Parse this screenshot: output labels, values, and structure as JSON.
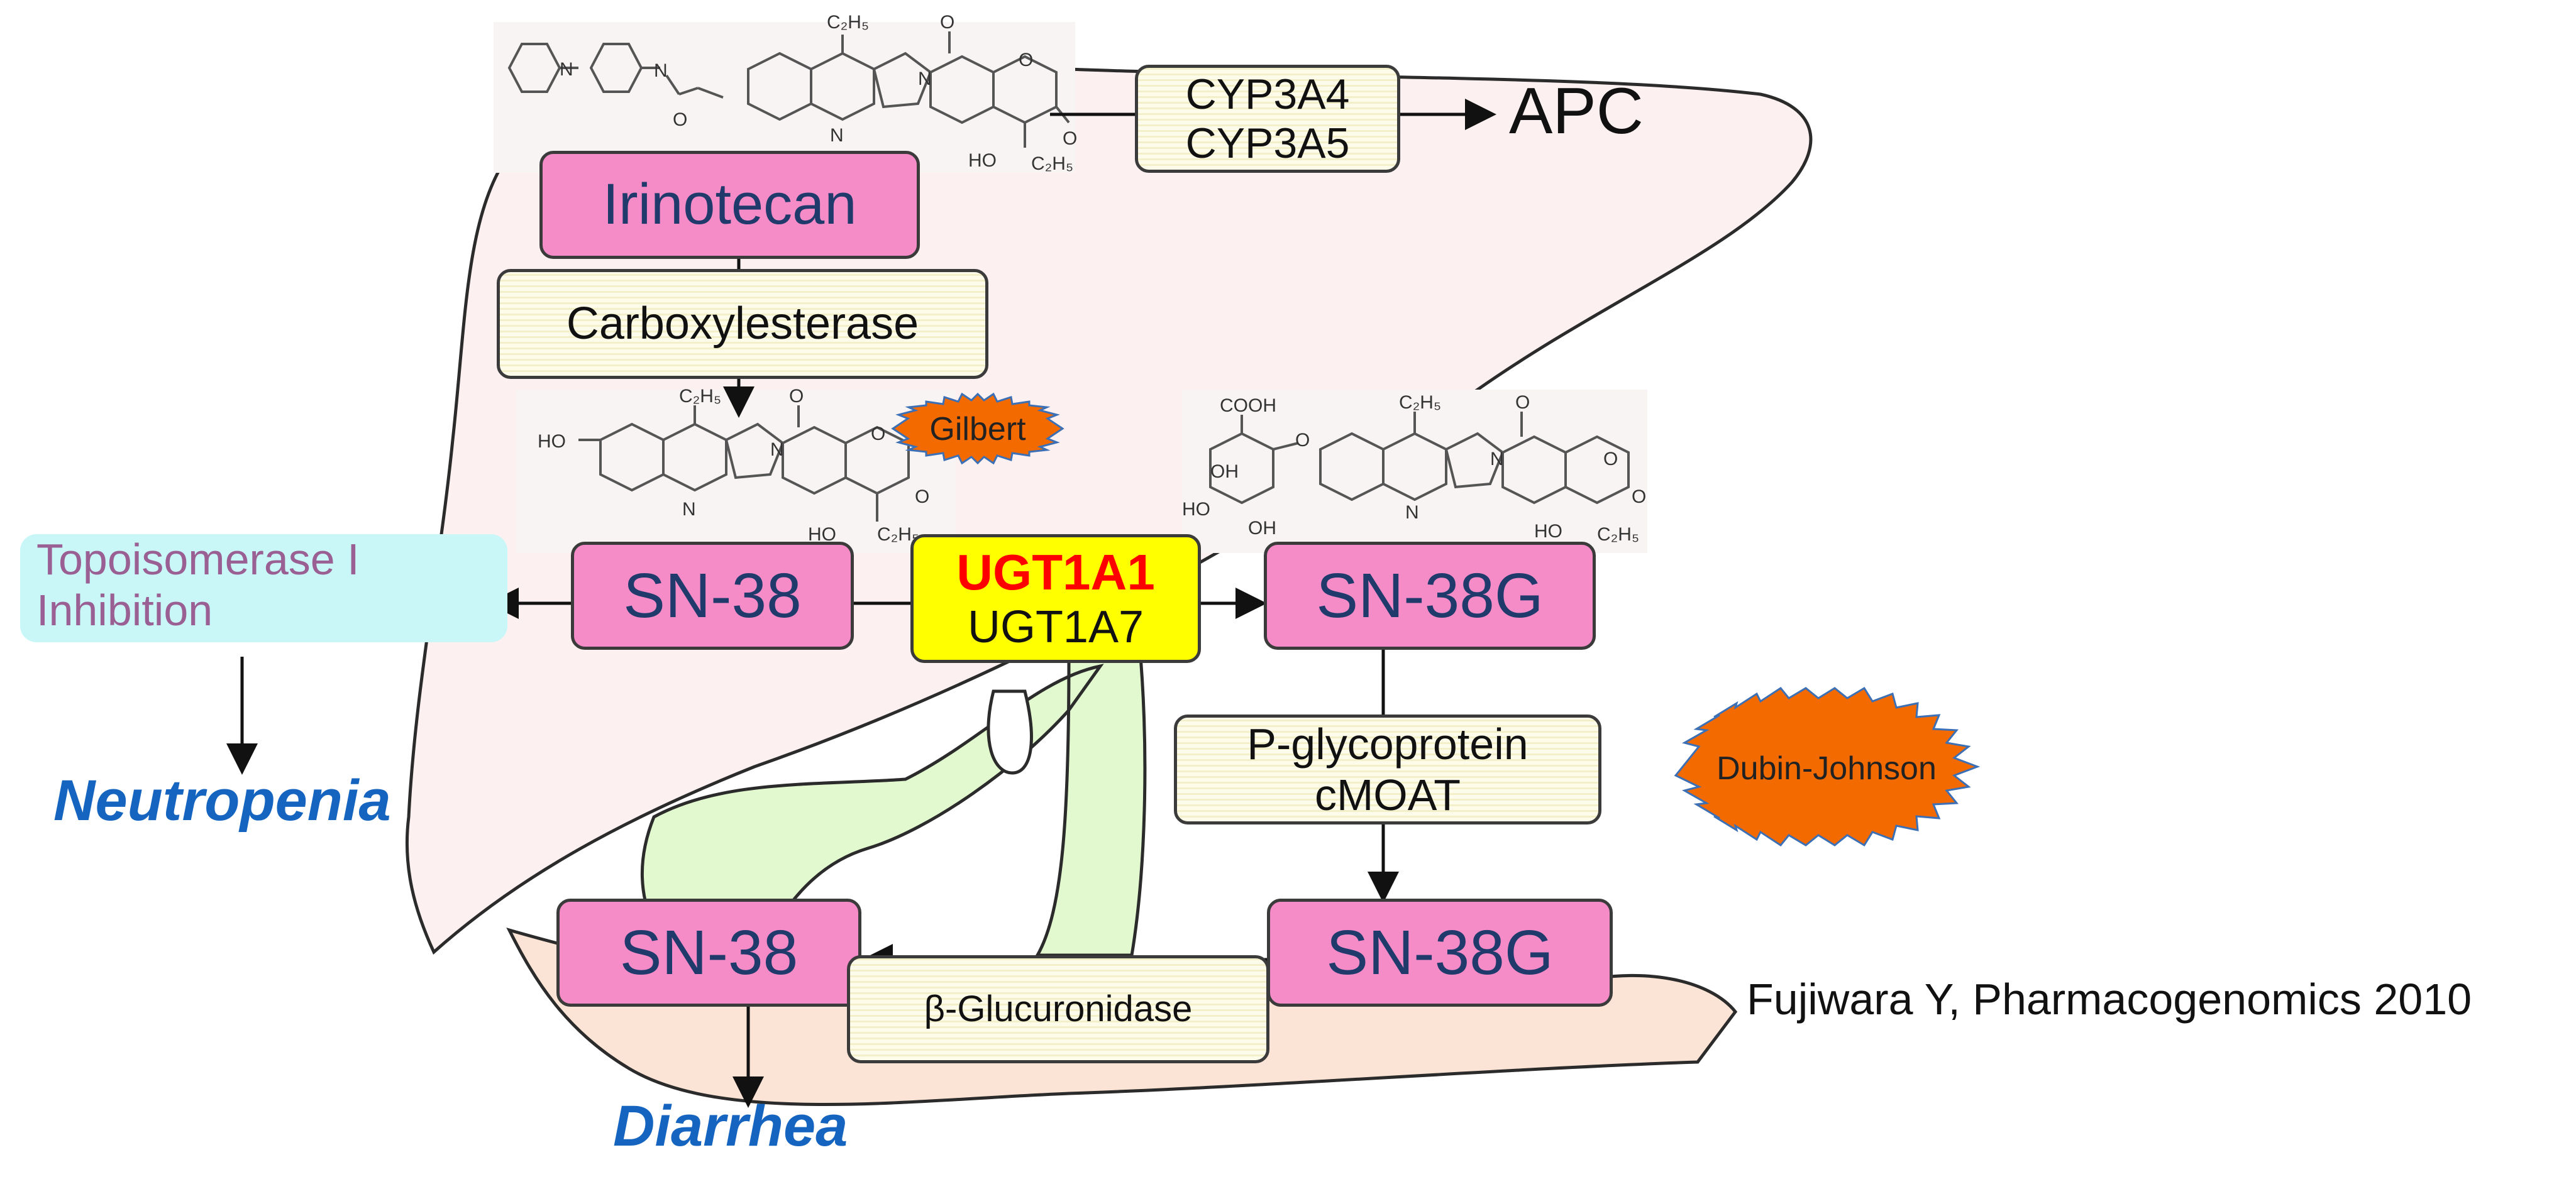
{
  "drug_box": {
    "label": "Irinotecan"
  },
  "cyp_box": {
    "line1": "CYP3A4",
    "line2": "CYP3A5"
  },
  "apc": {
    "label": "APC"
  },
  "carboxylesterase_box": {
    "label": "Carboxylesterase"
  },
  "sn38_liver": {
    "label": "SN-38"
  },
  "ugt_box": {
    "line1": "UGT1A1",
    "line2": "UGT1A7",
    "line1_color": "#ff0000"
  },
  "sn38g_liver": {
    "label": "SN-38G"
  },
  "topo_box": {
    "line1": "Topoisomerase I",
    "line2": "Inhibition"
  },
  "neutropenia": {
    "label": "Neutropenia",
    "color": "#1565c0"
  },
  "gilbert_star": {
    "label": "Gilbert",
    "color": "#f26a00"
  },
  "transport_box": {
    "line1": "P-glycoprotein",
    "line2": "cMOAT"
  },
  "dubin_johnson_star": {
    "label": "Dubin-Johnson",
    "color": "#f26a00"
  },
  "sn38_gut": {
    "label": "SN-38"
  },
  "glucuronidase_box": {
    "label": "β-Glucuronidase"
  },
  "sn38g_gut": {
    "label": "SN-38G"
  },
  "diarrhea": {
    "label": "Diarrhea",
    "color": "#1565c0"
  },
  "citation": {
    "label": "Fujiwara Y, Pharmacogenomics 2010"
  },
  "structure_labels": {
    "c2h5": "C₂H₅",
    "o": "O",
    "n": "N",
    "ho": "HO",
    "oh": "OH",
    "cooh": "COOH"
  },
  "colors": {
    "liver": "#fdf0f0",
    "intestine": "#fbe4d5",
    "gallbladder": "#e2f9d0",
    "outline": "#2b2b2b"
  }
}
